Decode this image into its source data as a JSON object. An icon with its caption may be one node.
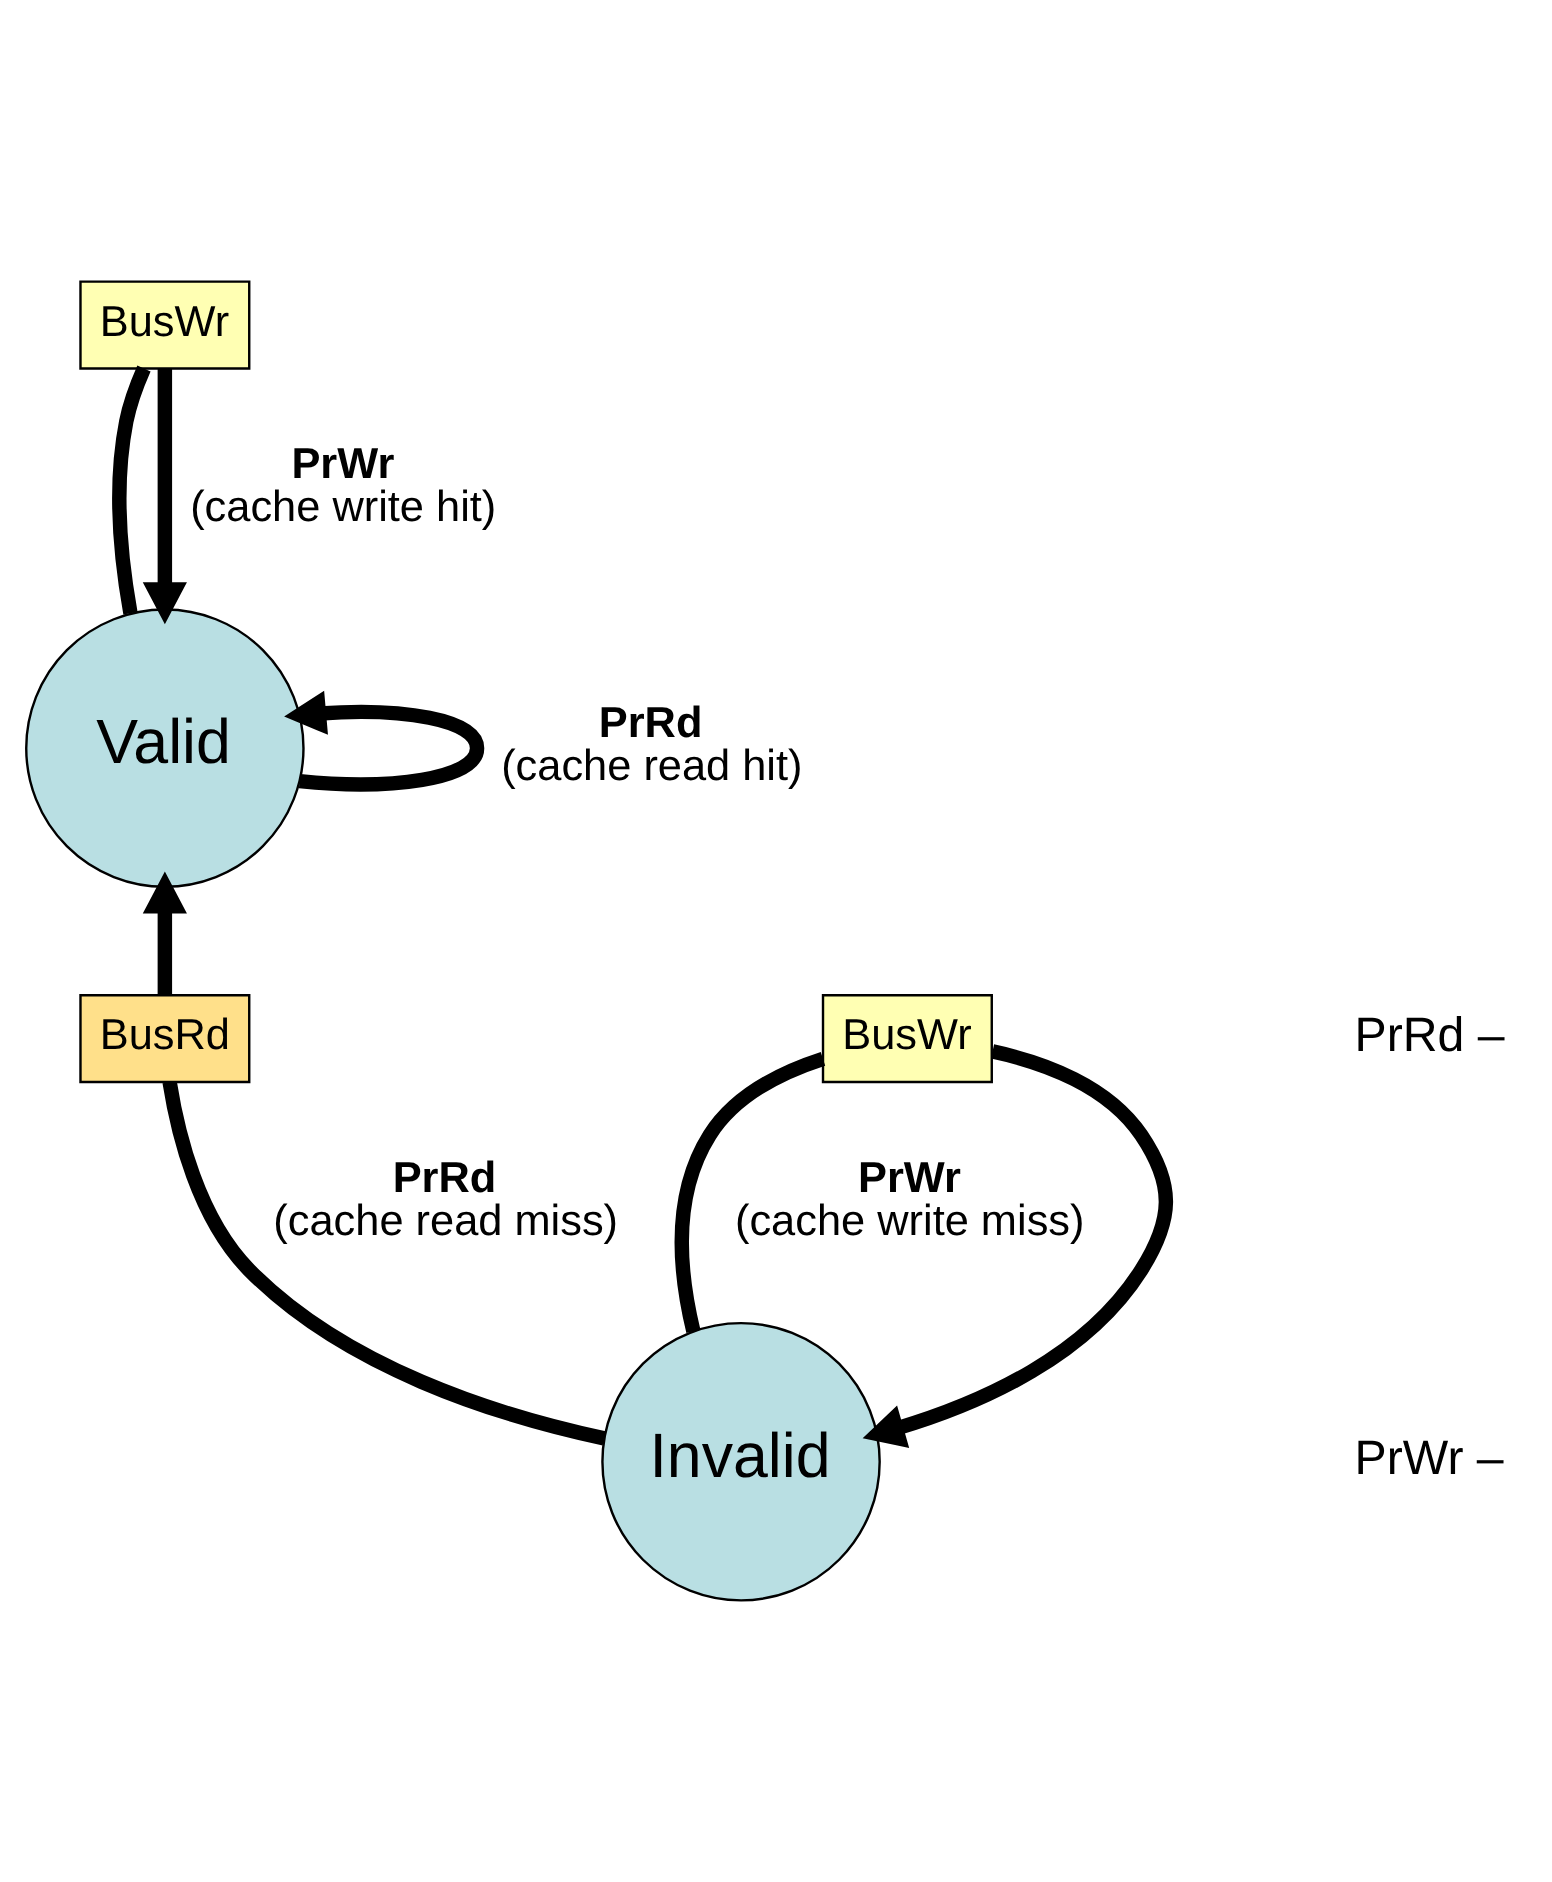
{
  "diagram": {
    "nodes": [
      {
        "text": [
          "Valid"
        ]
      },
      {
        "text": [
          "BusWr"
        ]
      },
      {
        "text": [
          "BusRd"
        ]
      },
      {
        "text": [
          "Invalid"
        ]
      },
      {
        "text": [
          "BusWr"
        ]
      }
    ],
    "edges": [
      {
        "from": 0,
        "to": 0,
        "arrow": "to",
        "label": "**PrRd** (cache read hit)"
      },
      {
        "from": 0,
        "to": 1,
        "arrow": "none"
      },
      {
        "from": 1,
        "to": 0,
        "arrow": "to",
        "label": "**PrWr** (cache write hit)"
      },
      {
        "from": 3,
        "to": 2,
        "arrow": "none",
        "label": "**PrRd** (cache read miss)"
      },
      {
        "from": 2,
        "to": 0,
        "arrow": "to"
      },
      {
        "from": 3,
        "to": 4,
        "arrow": "none",
        "label": "**PrWr** (cache write miss)"
      },
      {
        "from": 4,
        "to": 3,
        "arrow": "to"
      }
    ],
    "labels": [
      "PrRd –",
      "PrWr –"
    ]
  }
}
